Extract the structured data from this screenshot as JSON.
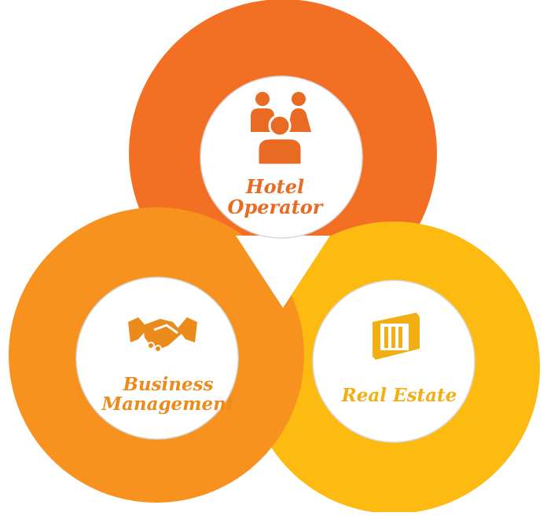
{
  "colors": {
    "hotel_ring": "#F26F23",
    "business_ring": "#F7921E",
    "realestate_ring": "#FDBB12",
    "center": "#FFFFFF",
    "label_hotel": "#E96A22",
    "label_business": "#EB8B1C",
    "label_realestate": "#F3AE13"
  },
  "nodes": {
    "hotel": {
      "line1": "Hotel",
      "line2": "Operator",
      "icon": "people-group-icon"
    },
    "business": {
      "line1": "Business",
      "line2": "Management",
      "icon": "handshake-icon"
    },
    "realestate": {
      "label": "Real Estate",
      "icon": "building-icon"
    }
  }
}
